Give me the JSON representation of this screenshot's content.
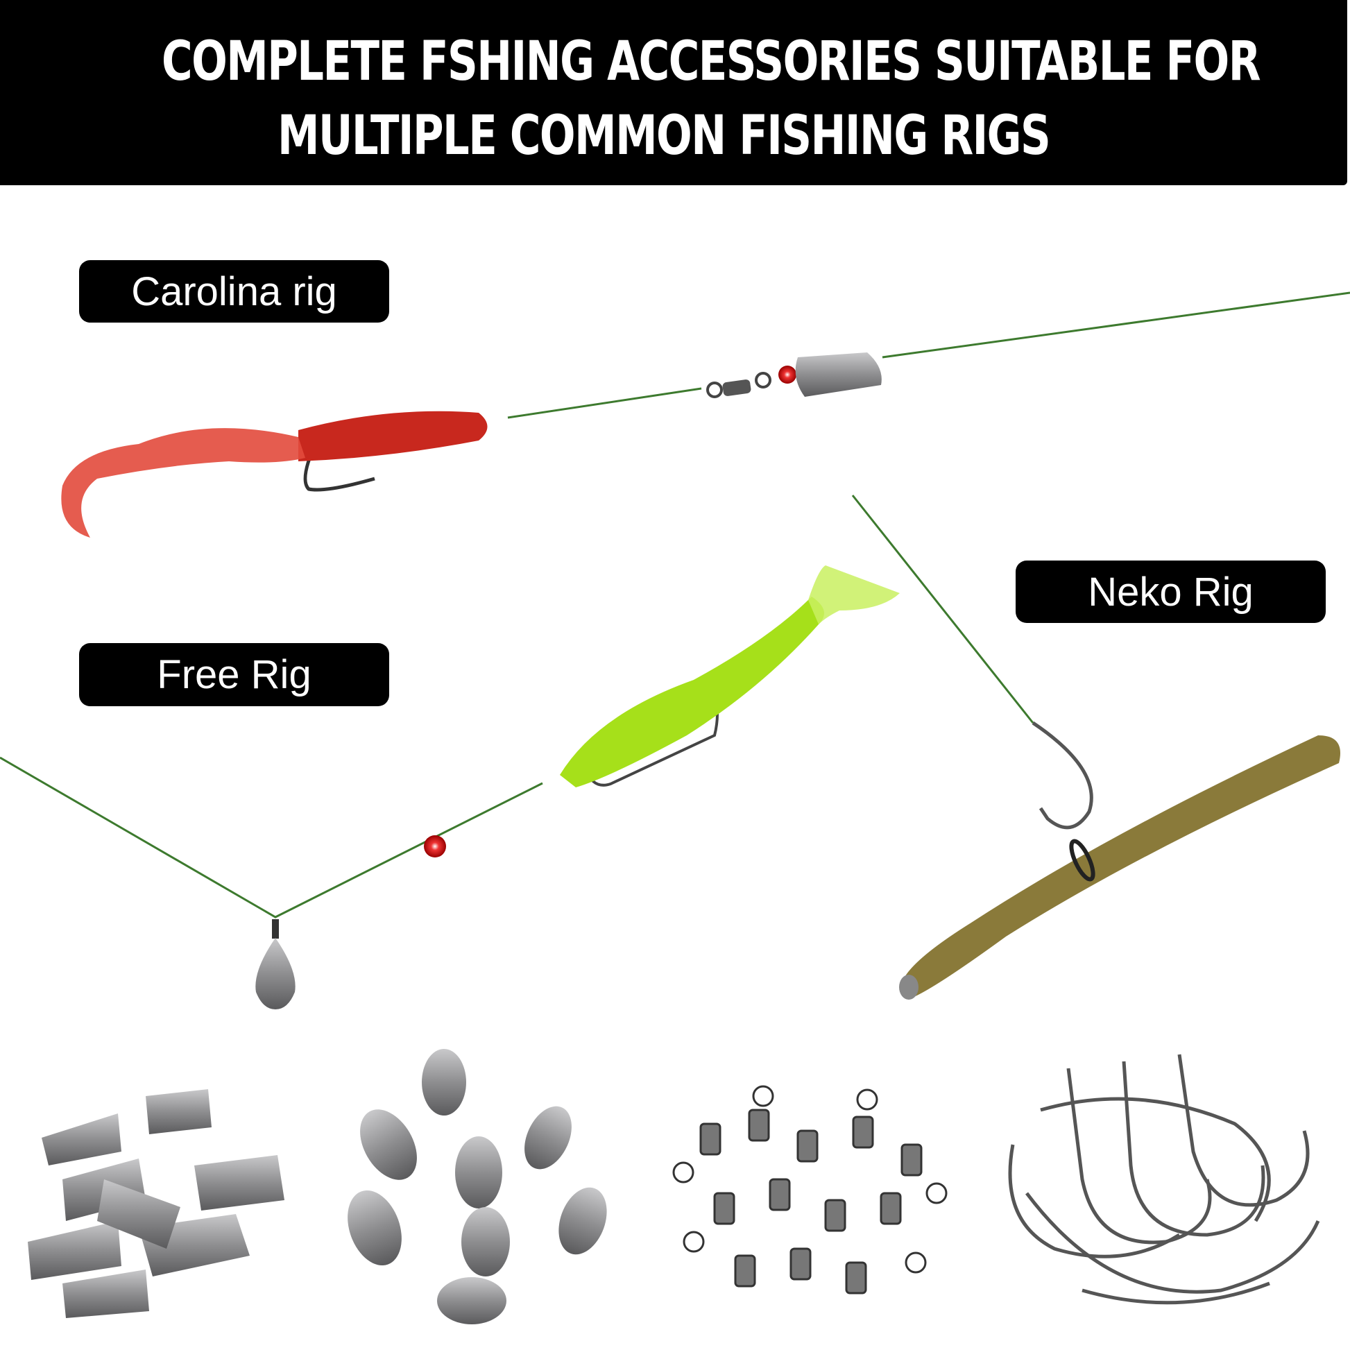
{
  "header": {
    "title_line1": "COMPLETE FSHING ACCESSORIES SUITABLE FOR",
    "title_line2": "MULTIPLE COMMON FISHING RIGS"
  },
  "rigs": [
    {
      "label": "Carolina rig"
    },
    {
      "label": "Free Rig"
    },
    {
      "label": "Neko Rig"
    }
  ],
  "colors": {
    "line": "#3d7a2e",
    "red_worm": "#c8281e",
    "green_worm": "#a6e01a",
    "brown_worm": "#8a7a3a",
    "lead": "#8e8e90"
  }
}
